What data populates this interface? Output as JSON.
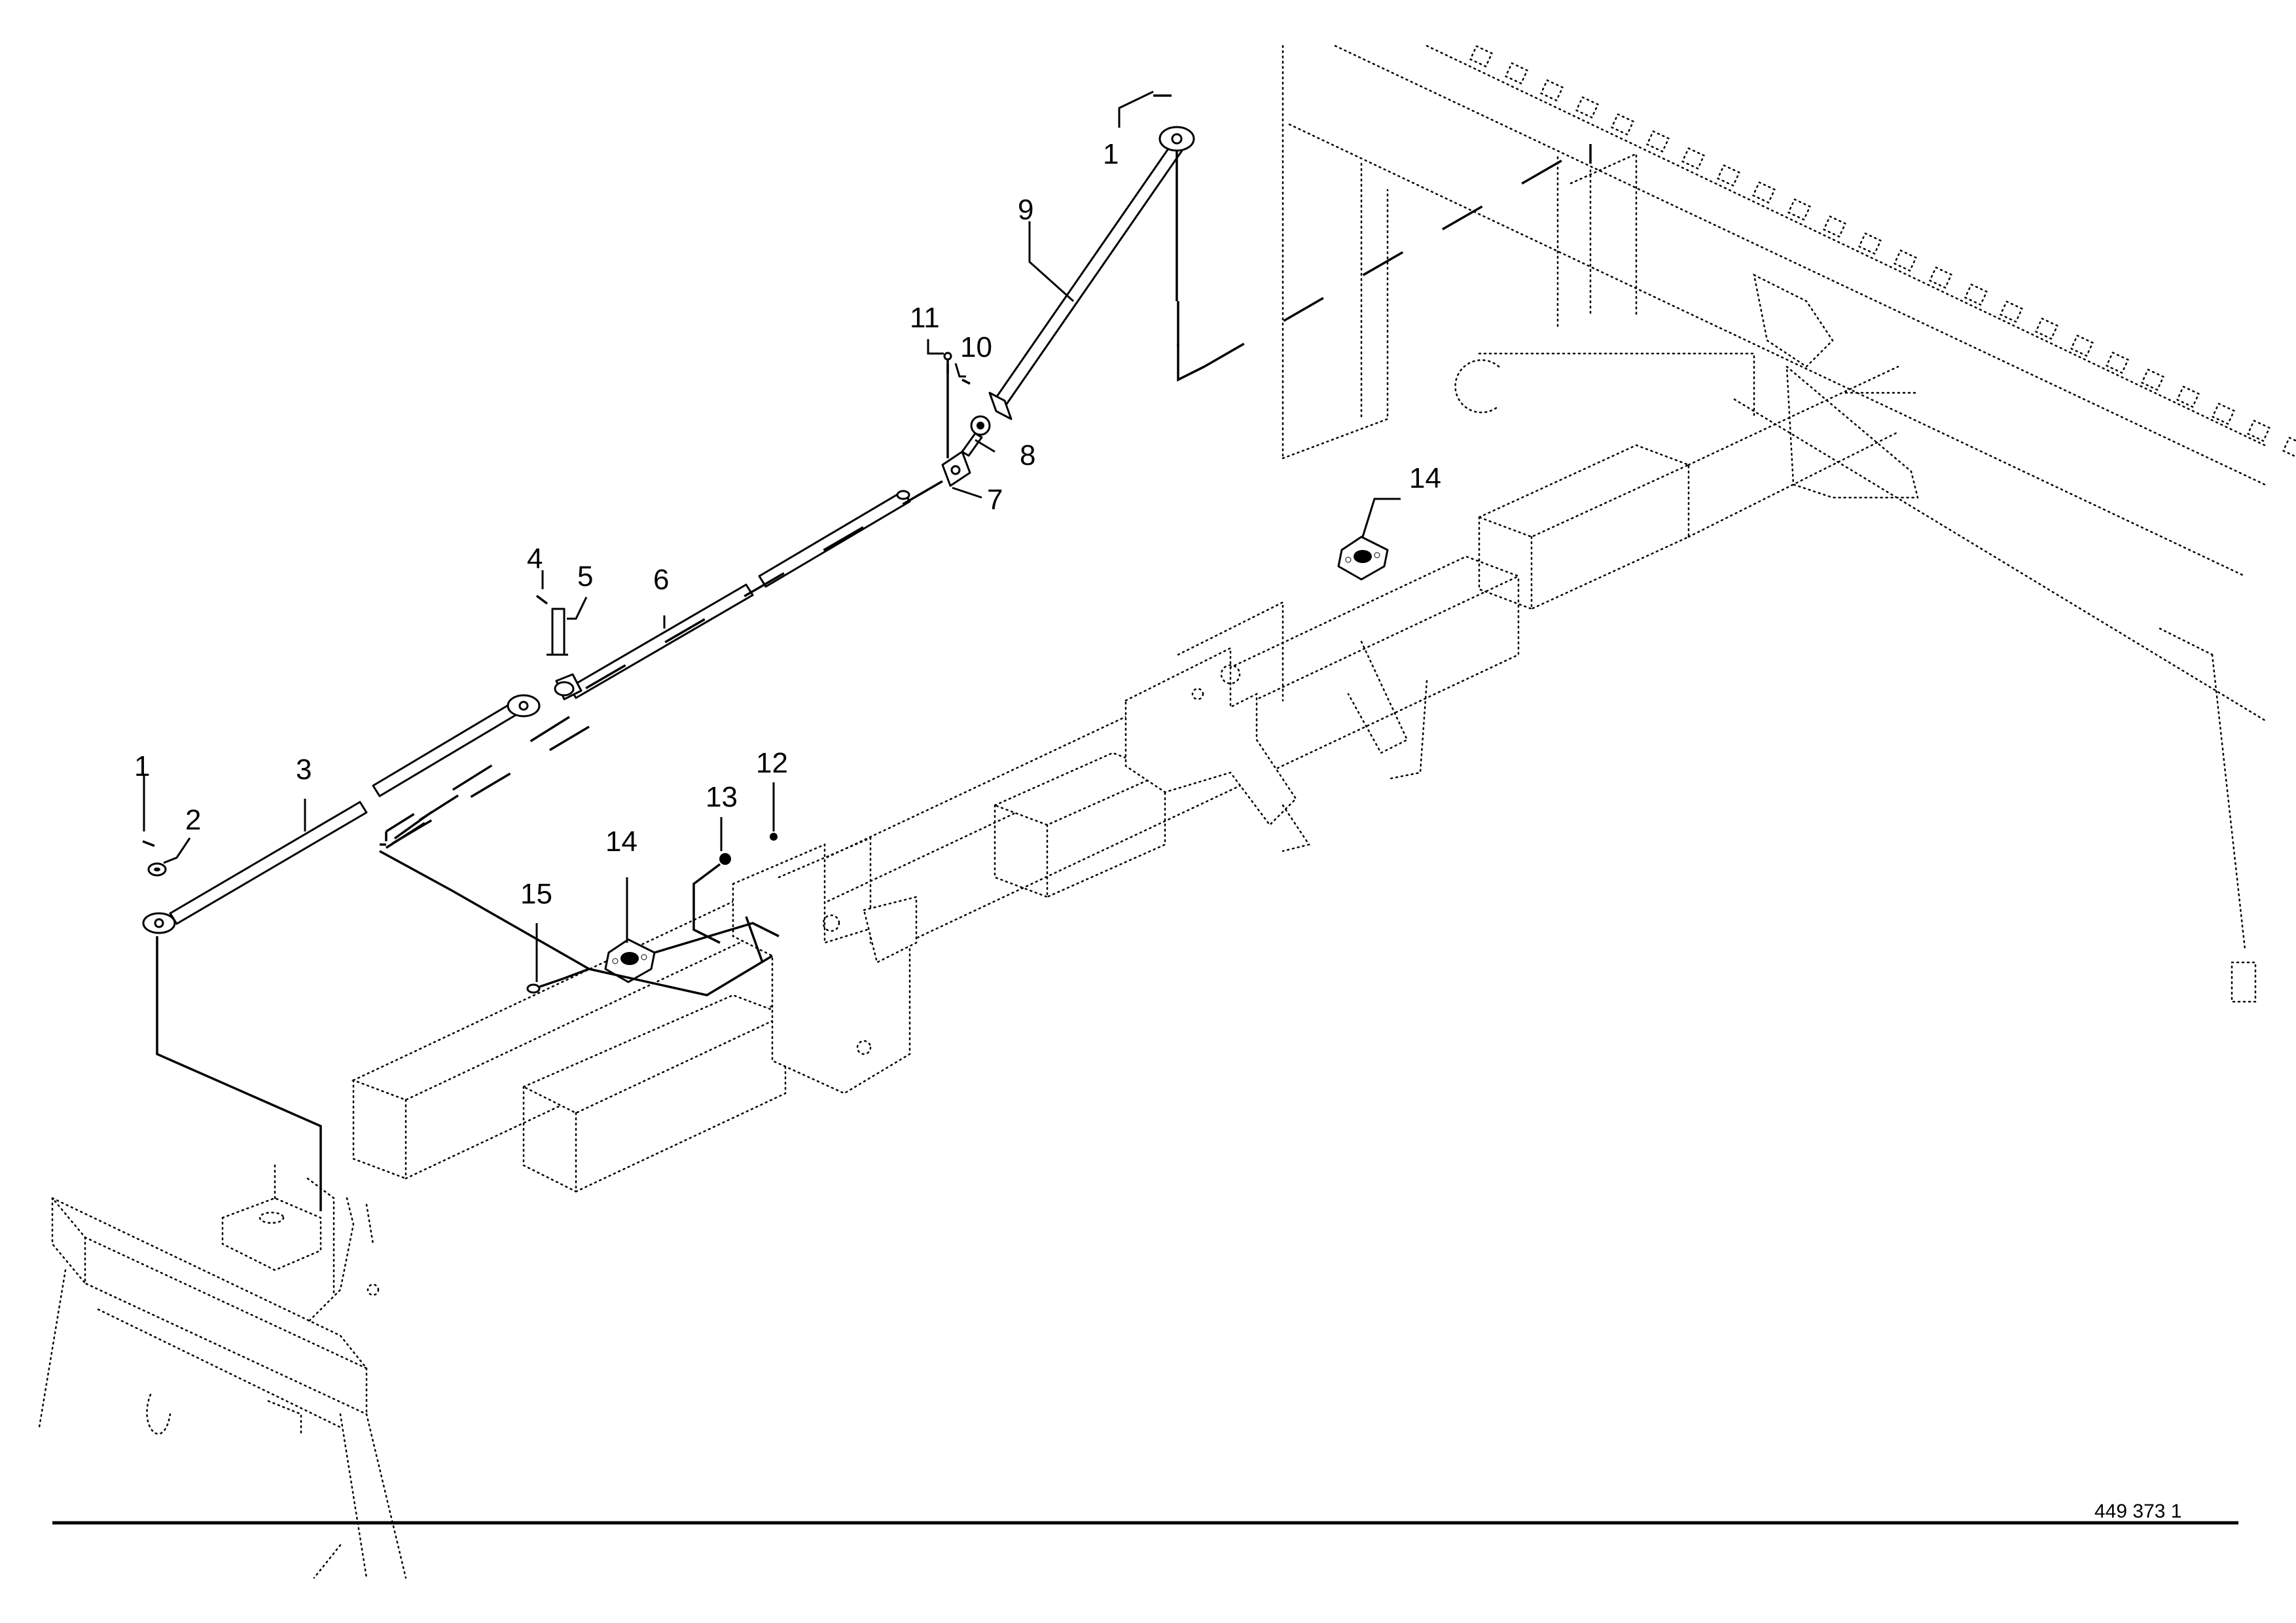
{
  "figure": {
    "document_number": "449 373 1"
  },
  "callouts": [
    {
      "id": "c1a",
      "label": "1"
    },
    {
      "id": "c1b",
      "label": "1"
    },
    {
      "id": "c2",
      "label": "2"
    },
    {
      "id": "c3",
      "label": "3"
    },
    {
      "id": "c4",
      "label": "4"
    },
    {
      "id": "c5",
      "label": "5"
    },
    {
      "id": "c6",
      "label": "6"
    },
    {
      "id": "c7",
      "label": "7"
    },
    {
      "id": "c8",
      "label": "8"
    },
    {
      "id": "c9",
      "label": "9"
    },
    {
      "id": "c10",
      "label": "10"
    },
    {
      "id": "c11",
      "label": "11"
    },
    {
      "id": "c12",
      "label": "12"
    },
    {
      "id": "c13",
      "label": "13"
    },
    {
      "id": "c14a",
      "label": "14"
    },
    {
      "id": "c14b",
      "label": "14"
    },
    {
      "id": "c15",
      "label": "15"
    }
  ]
}
